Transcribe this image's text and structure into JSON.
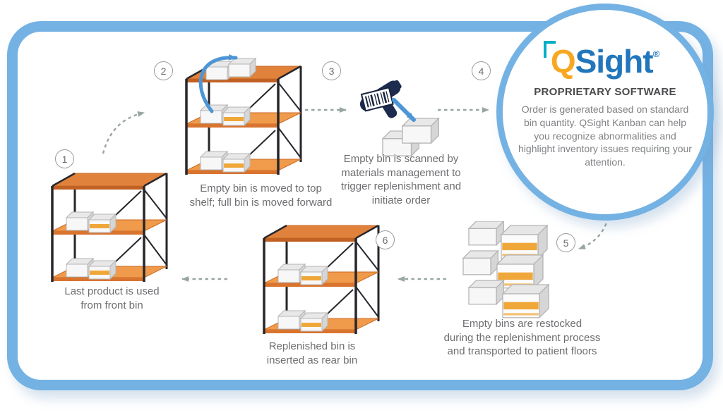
{
  "colors": {
    "frame_blue": "#74B2E4",
    "shelf_orange": "#E0823B",
    "arrow_gray": "#98A6A0",
    "arrow_blue": "#4D96D6",
    "logo_orange": "#F7A823",
    "logo_blue": "#2176BC",
    "logo_teal": "#00AEC7"
  },
  "steps": [
    {
      "number": "1",
      "caption": "Last product is used\nfrom front bin"
    },
    {
      "number": "2",
      "caption": "Empty bin is moved to top\nshelf; full bin is moved forward"
    },
    {
      "number": "3",
      "caption": "Empty bin is scanned by\nmaterials management to\ntrigger replenishment and\ninitiate order"
    },
    {
      "number": "4",
      "caption": ""
    },
    {
      "number": "5",
      "caption": "Empty bins are restocked\nduring the replenishment process\nand transported to patient floors"
    },
    {
      "number": "6",
      "caption": "Replenished bin is\ninserted as rear bin"
    }
  ],
  "qsight": {
    "logo_q": "Q",
    "logo_rest": "Sight",
    "registered": "®",
    "subtitle": "PROPRIETARY SOFTWARE",
    "body": "Order is generated based on standard bin quantity. QSight Kanban can help you recognize abnormalities and highlight inventory issues requiring your attention."
  }
}
